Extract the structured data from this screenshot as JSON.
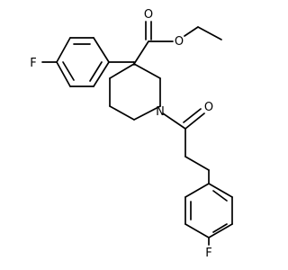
{
  "diagram": {
    "type": "skeletal-structure",
    "atoms": {
      "f_top": "F",
      "f_bottom": "F",
      "o_ester_carbonyl": "O",
      "o_ester_ether": "O",
      "o_amide": "O",
      "n_ring": "N"
    },
    "colors": {
      "background": "#ffffff",
      "bond": "#000000",
      "text": "#000000"
    }
  }
}
